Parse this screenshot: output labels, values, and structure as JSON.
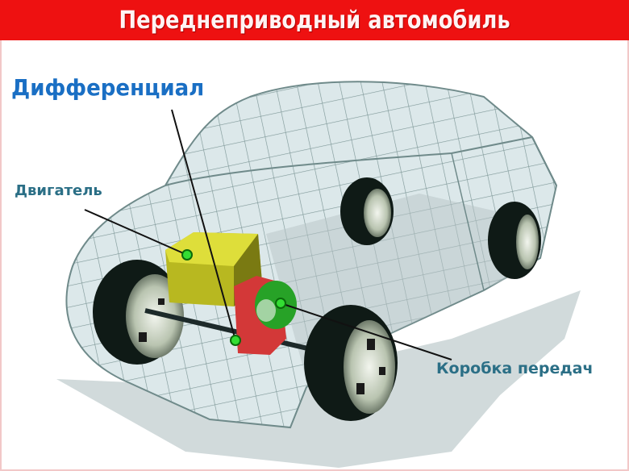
{
  "header": {
    "title": "Переднеприводный автомобиль",
    "background_color": "#ee1111"
  },
  "diagram": {
    "subject": "front-wheel-drive car wireframe",
    "labels": {
      "differential": "Дифференциал",
      "engine": "Двигатель",
      "gearbox": "Коробка передач"
    },
    "colors": {
      "engine": "#c8c82a",
      "differential": "#d83a3a",
      "gearbox": "#2ea82e",
      "marker": "#33dd33",
      "wireframe": "#6f8a8a",
      "body_fill": "#dce8ea",
      "label_primary": "#1a6fc4",
      "label_secondary": "#2b6f86"
    }
  }
}
